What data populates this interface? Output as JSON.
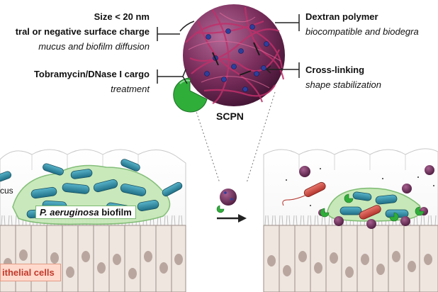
{
  "labels": {
    "size": "Size < 20 nm",
    "surface_charge": "tral or negative surface charge",
    "diffusion": "mucus and biofilm diffusion",
    "cargo": "Tobramycin/DNase I cargo",
    "treatment": "treatment",
    "polymer": "Dextran polymer",
    "biocompatible": "biocompatible and biodegra",
    "crosslinking": "Cross-linking",
    "shape": "shape stabilization",
    "scpn": "SCPN",
    "mucus": "cus",
    "biofilm_species": "P. aeruginosa",
    "biofilm_word": "biofilm",
    "epithelial": "ithelial cells"
  },
  "colors": {
    "particle": "#7a2e5c",
    "polymer_strand": "#c0306a",
    "blue_dot": "#2c3f9c",
    "enzyme_green": "#2fae3a",
    "mucus_green": "#c7e8b8",
    "bacteria_teal": "#2b8ba5",
    "bacteria_red": "#d2463f",
    "cell_fill": "#efe6e0",
    "nucleus": "#b9a79f",
    "epithelial_label_bg": "#ffd9cc",
    "epithelial_label_text": "#c0392b"
  },
  "icons": {
    "arrow": "right-arrow-icon",
    "nanoparticle": "nanoparticle-icon",
    "enzyme": "pacman-enzyme-icon"
  }
}
